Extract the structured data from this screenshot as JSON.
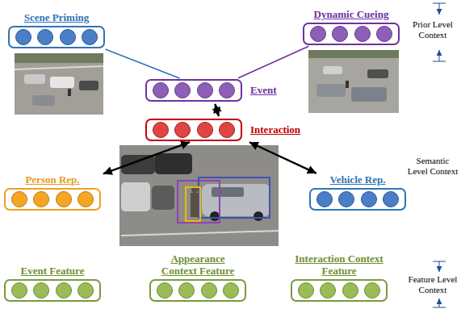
{
  "diagram": {
    "nodes": [
      {
        "text": [
          "Scene Priming"
        ]
      },
      {
        "text": [
          "Dynamic Cueing"
        ]
      },
      {
        "text": [
          "Event"
        ]
      },
      {
        "text": [
          "Interaction"
        ]
      },
      {
        "text": [
          "Person Rep."
        ]
      },
      {
        "text": [
          "Vehicle Rep."
        ]
      },
      {
        "text": [
          "Event Feature"
        ]
      },
      {
        "text": [
          "Appearance Context Feature"
        ]
      },
      {
        "text": [
          "Interaction Context Feature"
        ]
      }
    ],
    "edges": [
      {
        "from": 0,
        "to": 2,
        "arrow": "none"
      },
      {
        "from": 1,
        "to": 2,
        "arrow": "none"
      },
      {
        "from": 2,
        "to": 3,
        "arrow": "both"
      },
      {
        "from": 3,
        "to": 4,
        "arrow": "both"
      },
      {
        "from": 3,
        "to": 5,
        "arrow": "both"
      }
    ],
    "labels": [
      "Prior Level Context",
      "Semantic Level Context",
      "Feature Level Context"
    ]
  }
}
